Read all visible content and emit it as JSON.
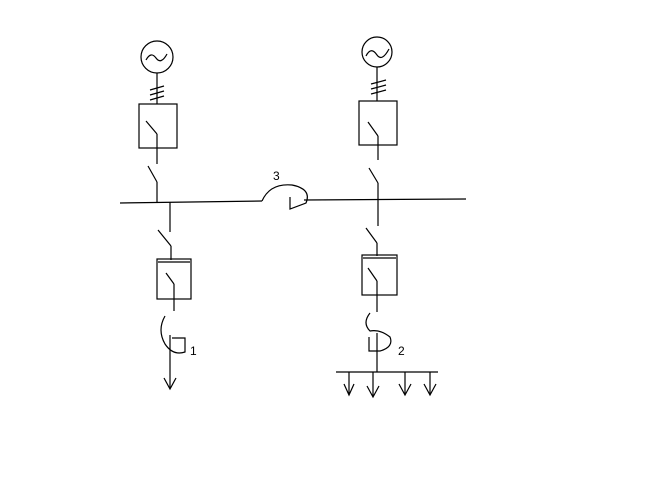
{
  "diagram": {
    "labels": {
      "load_1": "1",
      "load_2": "2",
      "tie_3": "3"
    }
  }
}
